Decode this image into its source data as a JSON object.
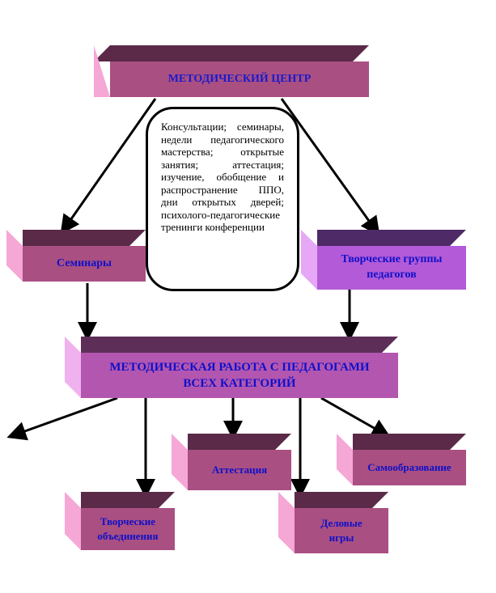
{
  "center": {
    "title": "МЕТОДИЧЕСКИЙ ЦЕНТР"
  },
  "note": {
    "text": "Консультации; семинары, недели педагогического мастерства; открытые занятия; аттестация; изучение, обобщение и распространение ППО, дни открытых дверей; психолого-педагогические тренинги конференции"
  },
  "nodes": {
    "seminars": "Семинары",
    "creative_groups": "Творческие группы педагогов",
    "methodical_work": "МЕТОДИЧЕСКАЯ РАБОТА С ПЕДАГОГАМИ ВСЕХ КАТЕГОРИЙ",
    "attestation": "Аттестация",
    "self_education": "Самообразование",
    "creative_unions": "Творческие объединения",
    "business_games": "Деловые игры"
  },
  "colors": {
    "label_text": "#1010c8",
    "box_dark": "#a94f82",
    "box_light": "#b356b0",
    "box_purple": "#b35ad8",
    "connector": "#000000"
  }
}
